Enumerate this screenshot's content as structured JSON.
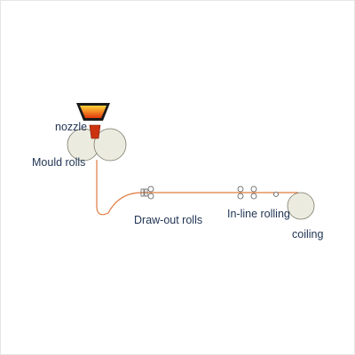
{
  "diagram": {
    "labels": {
      "nozzle": "nozzle",
      "mould_rolls": "Mould rolls",
      "draw_out_rolls": "Draw-out rolls",
      "inline_rolling": "In-line rolling",
      "coiling": "coiling"
    },
    "colors": {
      "strip": "#e07a3f",
      "roll_fill": "#ecebdf",
      "roll_stroke": "#7a7a6a",
      "tundish_frame": "#1a1a1a",
      "tundish_gradient_top": "#ffd23a",
      "tundish_gradient_bottom": "#e2380c",
      "nozzle_fill": "#cc3311",
      "label_text": "#1f3353"
    }
  }
}
